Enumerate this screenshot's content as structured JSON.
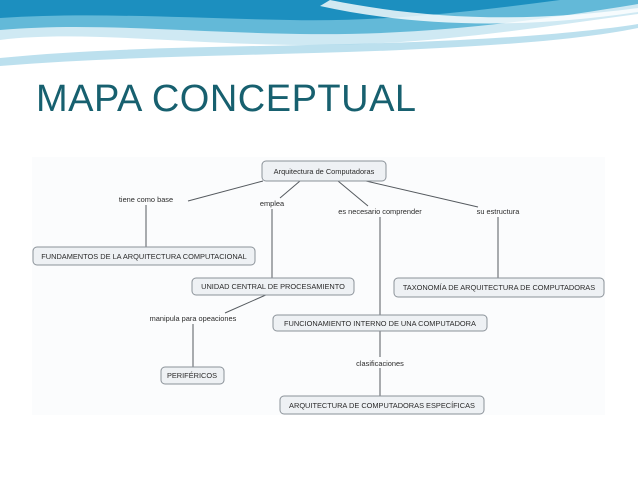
{
  "slide": {
    "title": "MAPA CONCEPTUAL"
  },
  "colors": {
    "title": "#17606f",
    "banner_light": "#cfe9f3",
    "banner_mid": "#63b9d8",
    "banner_dark": "#1c8fbf"
  },
  "concept_map": {
    "nodes": {
      "root": "Arquitectura de Computadoras",
      "fundamentos": "FUNDAMENTOS DE LA ARQUITECTURA COMPUTACIONAL",
      "ucp": "UNIDAD CENTRAL DE PROCESAMIENTO",
      "taxonomia": "TAXONOMÍA DE ARQUITECTURA DE COMPUTADORAS",
      "funcionamiento": "FUNCIONAMIENTO INTERNO DE UNA COMPUTADORA",
      "perifericos": "PERIFÉRICOS",
      "especificas": "ARQUITECTURA DE COMPUTADORAS ESPECÍFICAS"
    },
    "links": {
      "base": "tiene como base",
      "emplea": "emplea",
      "comprender": "es necesario comprender",
      "estructura": "su estructura",
      "manipula": "manipula para opeaciones",
      "clasificaciones": "clasificaciones"
    }
  }
}
